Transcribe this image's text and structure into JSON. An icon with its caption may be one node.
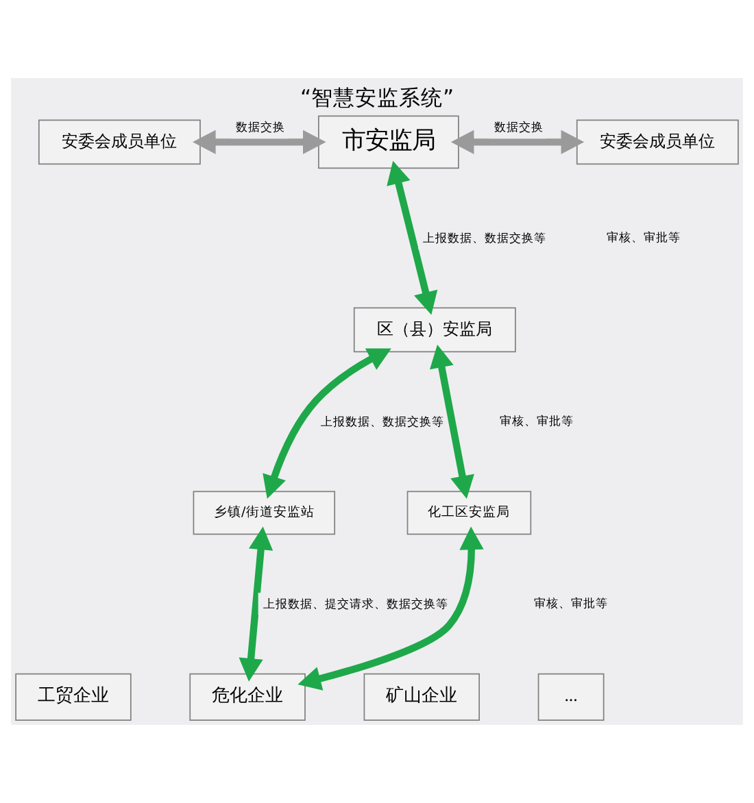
{
  "diagram": {
    "title": "“智慧安监系统”",
    "nodes": [
      {
        "text": [
          "安委会成员单位"
        ]
      },
      {
        "text": [
          "市安监局"
        ]
      },
      {
        "text": [
          "安委会成员单位"
        ]
      },
      {
        "text": [
          "区（县）安监局"
        ]
      },
      {
        "text": [
          "乡镇/街道安监站"
        ]
      },
      {
        "text": [
          "化工区安监局"
        ]
      },
      {
        "text": [
          "工贸企业"
        ]
      },
      {
        "text": [
          "危化企业"
        ]
      },
      {
        "text": [
          "矿山企业"
        ]
      },
      {
        "text": [
          "..."
        ]
      }
    ],
    "edges": [
      {
        "from": 0,
        "to": 1,
        "arrow": "both",
        "label": "数据交换",
        "color": "#9a9a9a"
      },
      {
        "from": 1,
        "to": 2,
        "arrow": "both",
        "label": "数据交换",
        "color": "#9a9a9a"
      },
      {
        "from": 1,
        "to": 3,
        "arrow": "both",
        "label": "上报数据、数据交换等"
      },
      {
        "from": 3,
        "to": 4,
        "arrow": "both",
        "label": "上报数据、数据交换等"
      },
      {
        "from": 3,
        "to": 5,
        "arrow": "both"
      },
      {
        "from": 4,
        "to": 7,
        "arrow": "both",
        "label": "上报数据、提交请求、数据交换等"
      },
      {
        "from": 5,
        "to": 7,
        "arrow": "both"
      }
    ],
    "labels": [
      "审核、审批等",
      "审核、审批等",
      "审核、审批等"
    ]
  }
}
